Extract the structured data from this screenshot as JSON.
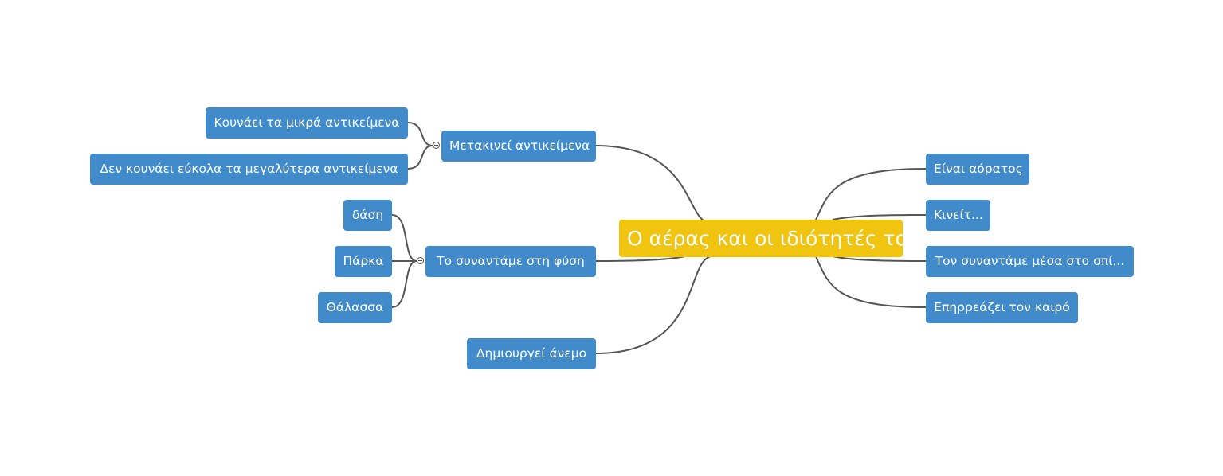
{
  "root": {
    "label": "Ο αέρας και οι ιδιότητές του",
    "color": "#f1c40f"
  },
  "node_color": "#428bca",
  "left": [
    {
      "label": "Μετακινεί αντικείμενα",
      "children": [
        "Κουνάει τα μικρά αντικείμενα",
        "Δεν κουνάει εύκολα τα μεγαλύτερα αντικείμενα"
      ]
    },
    {
      "label": "Το συναντάμε στη φύση",
      "children": [
        "δάση",
        "Πάρκα",
        "Θάλασσα"
      ]
    },
    {
      "label": "Δημιουργεί άνεμο",
      "children": []
    }
  ],
  "right": [
    {
      "label": "Είναι αόρατος"
    },
    {
      "label": "Κινείτ..."
    },
    {
      "label": "Τον συναντάμε μέσα στο σπί..."
    },
    {
      "label": "Επηρρεάζει τον καιρό"
    }
  ]
}
